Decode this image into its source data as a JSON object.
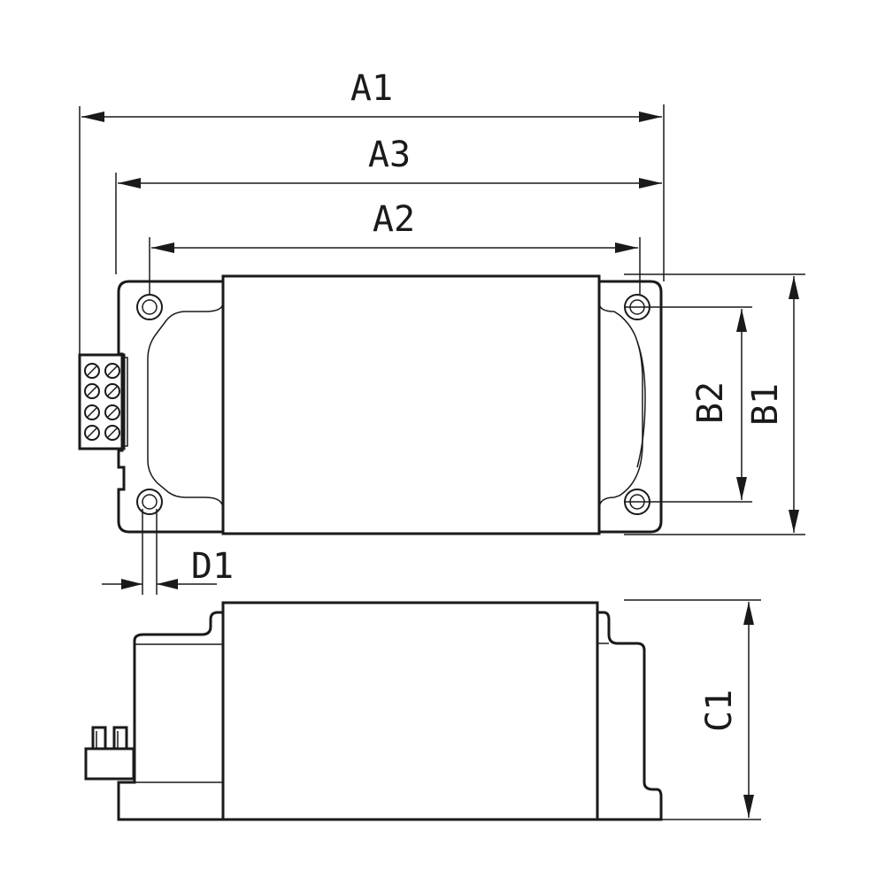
{
  "labels": {
    "a1": "A1",
    "a3": "A3",
    "a2": "A2",
    "b1": "B1",
    "b2": "B2",
    "c1": "C1",
    "d1": "D1"
  },
  "colors": {
    "line": "#1a1a1a",
    "background": "#ffffff"
  }
}
